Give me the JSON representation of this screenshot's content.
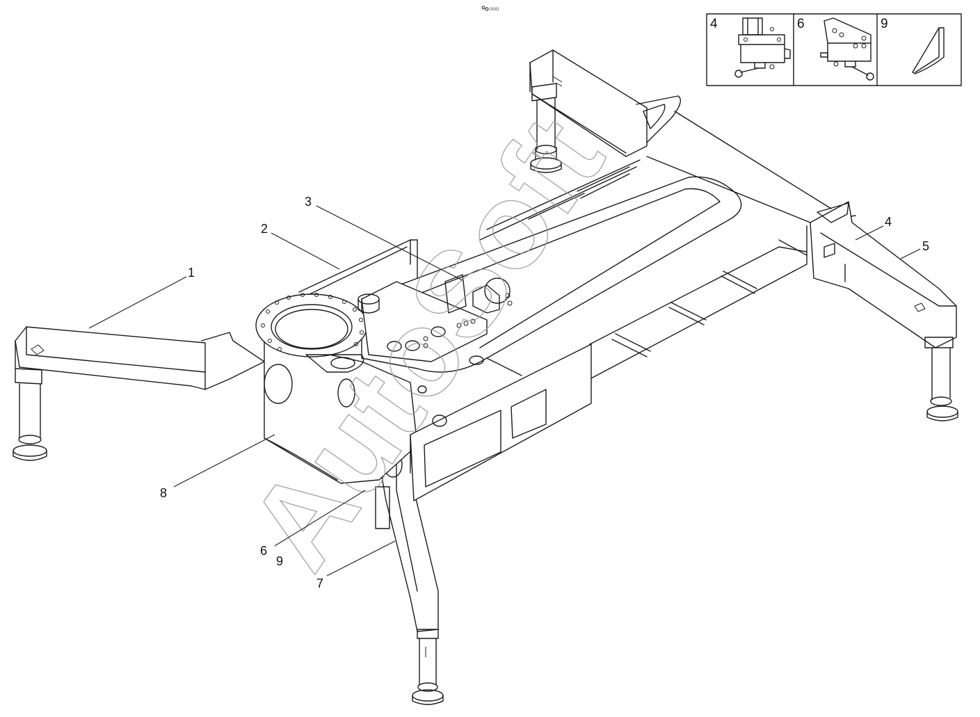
{
  "callouts": [
    "1",
    "2",
    "3",
    "4",
    "5",
    "6",
    "7",
    "8",
    "9"
  ],
  "inset": {
    "panels": [
      {
        "label": "4",
        "part": "fixing-bracket-with-lever"
      },
      {
        "label": "6",
        "part": "mounting-plate-with-lever"
      },
      {
        "label": "9",
        "part": "triangular-gusset"
      }
    ]
  },
  "watermark": "AutoSoft"
}
